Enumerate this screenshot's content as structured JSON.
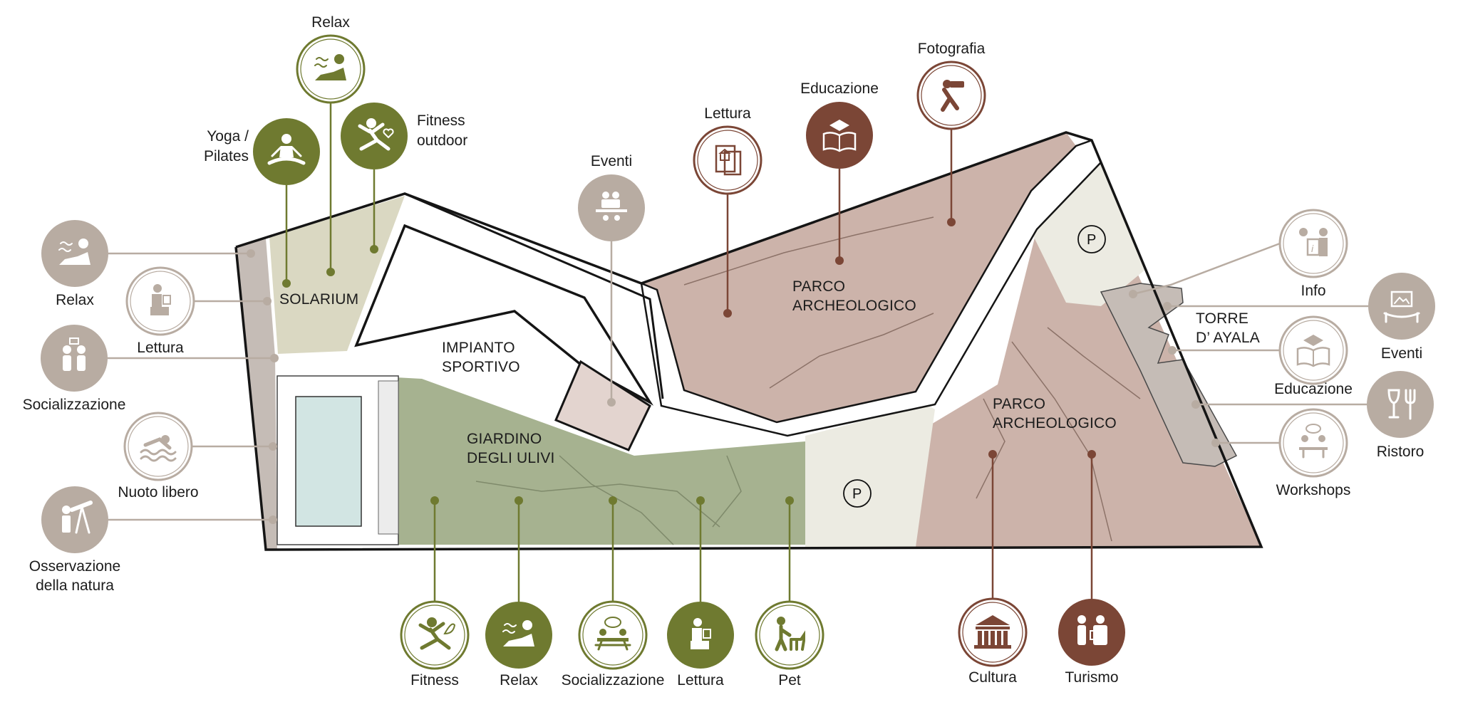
{
  "palette": {
    "archeo_zone": "#ccb3aa",
    "garden_zone": "#a6b290",
    "solarium_zone": "#dad8c2",
    "parking_zone": "#ecebe2",
    "stone_zone": "#c5bcb6",
    "pool_water": "#d2e5e3",
    "outline": "#151515",
    "olive_solid": "#6f7a30",
    "olive_line": "#6f7a30",
    "brown_solid": "#7b4636",
    "brown_line": "#7b4636",
    "taupe_solid": "#b8aca2",
    "taupe_line": "#b8aca2"
  },
  "areas": {
    "solarium": "SOLARIUM",
    "impianto_1": "IMPIANTO",
    "impianto_2": "SPORTIVO",
    "giardino_1": "GIARDINO",
    "giardino_2": "DEGLI ULIVI",
    "parco_a_1": "PARCO",
    "parco_a_2": "ARCHEOLOGICO",
    "parco_b_1": "PARCO",
    "parco_b_2": "ARCHEOLOGICO",
    "torre_1": "TORRE",
    "torre_2": "D’ AYALA",
    "parking_symbol": "P"
  },
  "activities": [
    {
      "id": "relax-top",
      "label": [
        "Relax"
      ],
      "icon": "relax-icon",
      "style": "olive-outline"
    },
    {
      "id": "yoga",
      "label": [
        "Yoga /",
        "Pilates"
      ],
      "icon": "yoga-icon",
      "style": "olive-solid"
    },
    {
      "id": "fitness-outdoor",
      "label": [
        "Fitness",
        "outdoor"
      ],
      "icon": "fitness-outdoor-icon",
      "style": "olive-solid"
    },
    {
      "id": "relax-left",
      "label": [
        "Relax"
      ],
      "icon": "relax-icon",
      "style": "taupe-solid"
    },
    {
      "id": "lettura-left",
      "label": [
        "Lettura"
      ],
      "icon": "reading-icon",
      "style": "taupe-outline"
    },
    {
      "id": "socializzazione-left",
      "label": [
        "Socializzazione"
      ],
      "icon": "socializing-icon",
      "style": "taupe-solid"
    },
    {
      "id": "nuoto",
      "label": [
        "Nuoto libero"
      ],
      "icon": "swimming-icon",
      "style": "taupe-outline"
    },
    {
      "id": "osservazione",
      "label": [
        "Osservazione",
        "della natura"
      ],
      "icon": "telescope-icon",
      "style": "taupe-solid"
    },
    {
      "id": "eventi-center",
      "label": [
        "Eventi"
      ],
      "icon": "events-icon",
      "style": "taupe-solid"
    },
    {
      "id": "lettura-center",
      "label": [
        "Lettura"
      ],
      "icon": "library-icon",
      "style": "brown-outline"
    },
    {
      "id": "educazione-center",
      "label": [
        "Educazione"
      ],
      "icon": "education-icon",
      "style": "brown-solid"
    },
    {
      "id": "fotografia",
      "label": [
        "Fotografia"
      ],
      "icon": "camera-icon",
      "style": "brown-outline"
    },
    {
      "id": "info",
      "label": [
        "Info"
      ],
      "icon": "info-icon",
      "style": "taupe-outline"
    },
    {
      "id": "eventi-right",
      "label": [
        "Eventi"
      ],
      "icon": "exhibition-icon",
      "style": "taupe-solid"
    },
    {
      "id": "educazione-right",
      "label": [
        "Educazione"
      ],
      "icon": "education-icon",
      "style": "taupe-outline"
    },
    {
      "id": "ristoro",
      "label": [
        "Ristoro"
      ],
      "icon": "food-icon",
      "style": "taupe-solid"
    },
    {
      "id": "workshops",
      "label": [
        "Workshops"
      ],
      "icon": "workshop-icon",
      "style": "taupe-outline"
    },
    {
      "id": "fitness-bottom",
      "label": [
        "Fitness"
      ],
      "icon": "fitness-icon",
      "style": "olive-outline"
    },
    {
      "id": "relax-bottom",
      "label": [
        "Relax"
      ],
      "icon": "relax-icon",
      "style": "olive-solid"
    },
    {
      "id": "socializzazione-bottom",
      "label": [
        "Socializzazione"
      ],
      "icon": "picnic-icon",
      "style": "olive-outline"
    },
    {
      "id": "lettura-bottom",
      "label": [
        "Lettura"
      ],
      "icon": "reading-icon",
      "style": "olive-solid"
    },
    {
      "id": "pet",
      "label": [
        "Pet"
      ],
      "icon": "dog-walk-icon",
      "style": "olive-outline"
    },
    {
      "id": "cultura",
      "label": [
        "Cultura"
      ],
      "icon": "temple-icon",
      "style": "brown-outline"
    },
    {
      "id": "turismo",
      "label": [
        "Turismo"
      ],
      "icon": "tourism-icon",
      "style": "brown-solid"
    }
  ]
}
